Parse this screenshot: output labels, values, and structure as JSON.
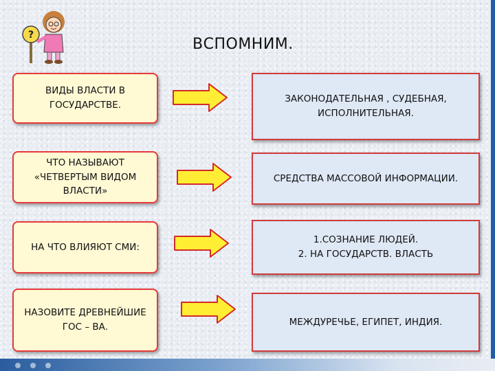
{
  "slide": {
    "title": "ВСПОМНИМ."
  },
  "rows": [
    {
      "question": "ВИДЫ ВЛАСТИ В ГОСУДАРСТВЕ.",
      "answer": "ЗАКОНОДАТЕЛЬНАЯ , СУДЕБНАЯ, ИСПОЛНИТЕЛЬНАЯ."
    },
    {
      "question": "ЧТО НАЗЫВАЮТ «ЧЕТВЕРТЫМ ВИДОМ ВЛАСТИ»",
      "answer": "СРЕДСТВА МАССОВОЙ ИНФОРМАЦИИ."
    },
    {
      "question": "НА ЧТО ВЛИЯЮТ СМИ:",
      "answer_lines": [
        "1.СОЗНАНИЕ ЛЮДЕЙ.",
        "2. НА ГОСУДАРСТВ. ВЛАСТЬ"
      ]
    },
    {
      "question": "НАЗОВИТЕ ДРЕВНЕЙШИЕ ГОС – ВА.",
      "answer": "МЕЖДУРЕЧЬЕ, ЕГИПЕТ, ИНДИЯ."
    }
  ],
  "colors": {
    "question_fill": "#fff9d4",
    "answer_fill": "#dfe8f5",
    "border": "#e63a3a",
    "arrow_fill": "#ffee33",
    "arrow_stroke": "#d42a2a",
    "accent_band": "#1f5da8"
  },
  "icons": {
    "mascot": "thinking-girl-with-question-sign-icon",
    "arrow": "right-arrow-icon"
  }
}
